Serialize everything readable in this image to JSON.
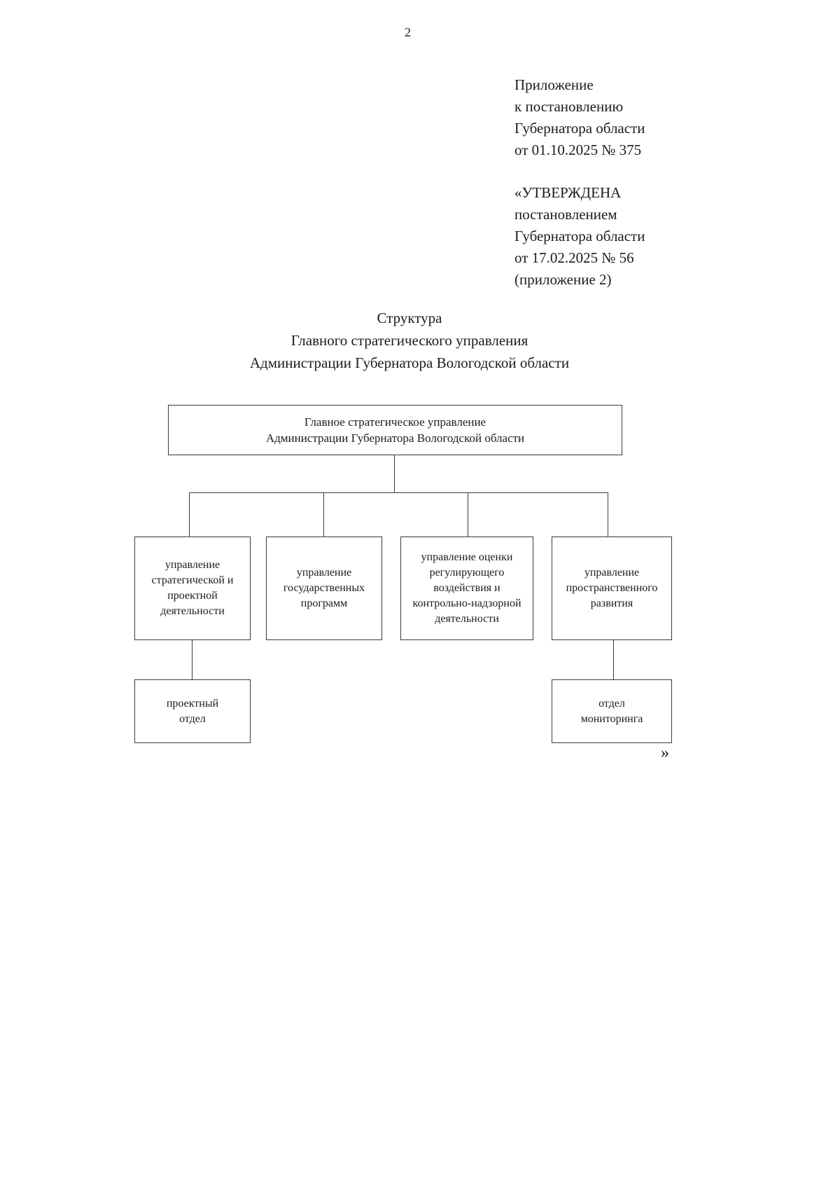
{
  "page": {
    "number": "2"
  },
  "annex": {
    "lines": [
      "Приложение",
      "к постановлению",
      "Губернатора области",
      "от 01.10.2025 № 375"
    ]
  },
  "approval": {
    "lines": [
      "«УТВЕРЖДЕНА",
      "постановлением",
      "Губернатора области",
      "от 17.02.2025 № 56",
      "(приложение 2)"
    ]
  },
  "title": {
    "lines": [
      "Структура",
      "Главного стратегического управления",
      "Администрации Губернатора Вологодской области"
    ]
  },
  "chart": {
    "root": {
      "lines": [
        "Главное стратегическое управление",
        "Администрации Губернатора Вологодской области"
      ]
    },
    "departments": [
      {
        "label": "управление стратегической и проектной деятельности"
      },
      {
        "label": "управление государственных программ"
      },
      {
        "label": "управление оценки регулирующего воздействия и контрольно-надзорной деятельности"
      },
      {
        "label": "управление пространственного развития"
      }
    ],
    "subdivisions": [
      {
        "lines": [
          "проектный",
          "отдел"
        ]
      },
      {
        "lines": [
          "отдел",
          "мониторинга"
        ]
      }
    ]
  },
  "closing_quote": "»"
}
